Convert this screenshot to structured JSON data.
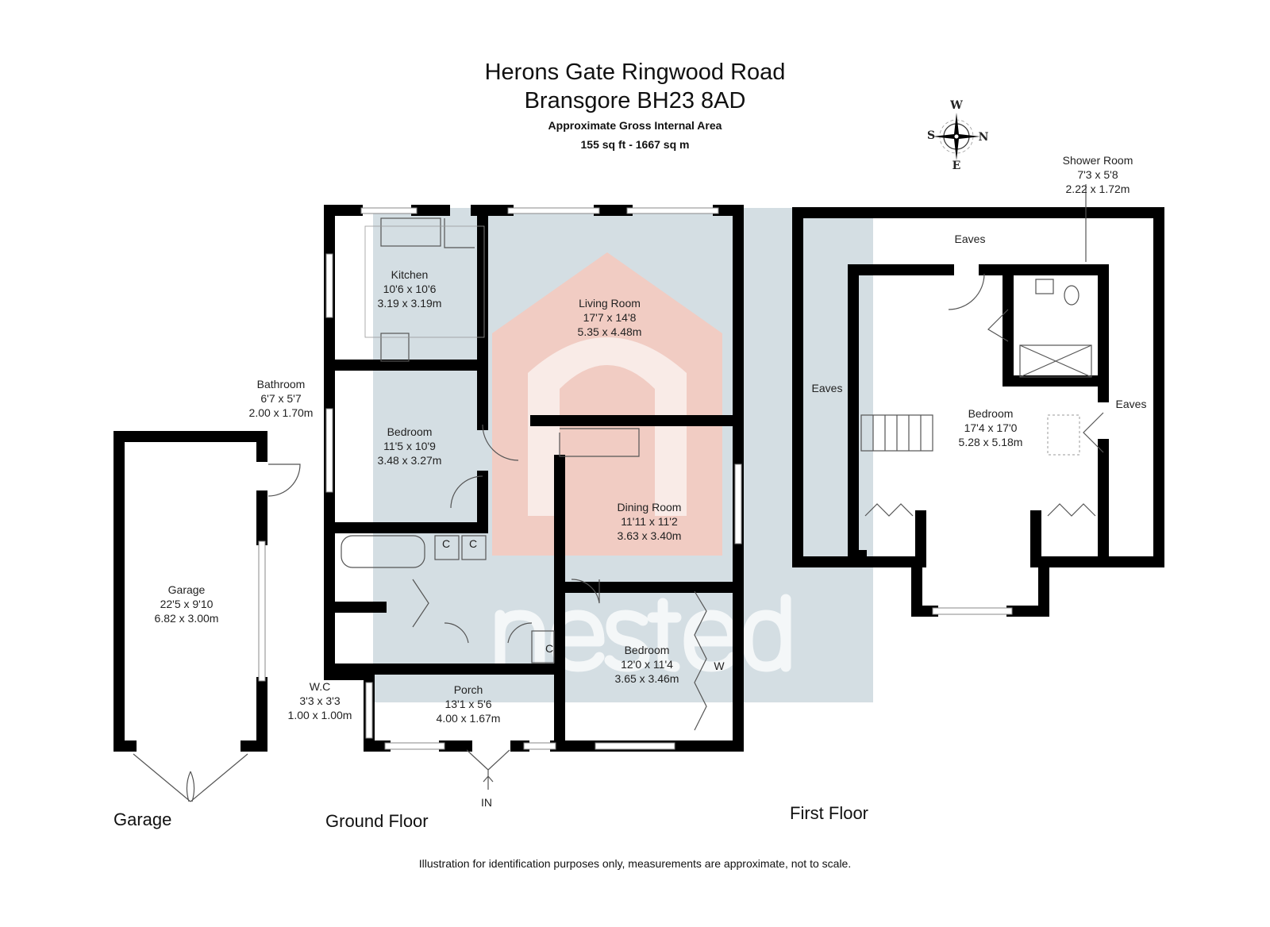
{
  "header": {
    "title_line1": "Herons Gate Ringwood Road",
    "title_line2": "Bransgore BH23 8AD",
    "area_label": "Approximate Gross Internal Area",
    "area_value": "155 sq ft - 1667 sq m"
  },
  "compass": {
    "top": "W",
    "left": "S",
    "right": "N",
    "bottom": "E"
  },
  "ground_floor": {
    "label": "Ground Floor",
    "rooms": [
      {
        "name": "Kitchen",
        "imperial": "10'6 x 10'6",
        "metric": "3.19 x 3.19m"
      },
      {
        "name": "Living Room",
        "imperial": "17'7 x 14'8",
        "metric": "5.35 x 4.48m"
      },
      {
        "name": "Bedroom",
        "imperial": "11'5 x 10'9",
        "metric": "3.48 x 3.27m"
      },
      {
        "name": "Dining Room",
        "imperial": "11'11 x 11'2",
        "metric": "3.63 x 3.40m"
      },
      {
        "name": "Bedroom",
        "imperial": "12'0 x 11'4",
        "metric": "3.65 x 3.46m"
      },
      {
        "name": "Porch",
        "imperial": "13'1 x 5'6",
        "metric": "4.00 x 1.67m"
      },
      {
        "name": "Bathroom",
        "imperial": "6'7 x 5'7",
        "metric": "2.00 x 1.70m"
      },
      {
        "name": "W.C",
        "imperial": "3'3 x 3'3",
        "metric": "1.00 x 1.00m"
      }
    ],
    "cupboard_label": "C",
    "wardrobe_label": "W",
    "entrance_label": "IN"
  },
  "garage": {
    "label": "Garage",
    "room": {
      "name": "Garage",
      "imperial": "22'5 x 9'10",
      "metric": "6.82 x 3.00m"
    }
  },
  "first_floor": {
    "label": "First Floor",
    "rooms": [
      {
        "name": "Bedroom",
        "imperial": "17'4 x 17'0",
        "metric": "5.28 x 5.18m"
      },
      {
        "name": "Shower Room",
        "imperial": "7'3 x 5'8",
        "metric": "2.22 x 1.72m"
      }
    ],
    "eaves_label": "Eaves"
  },
  "watermark": "nested",
  "footer": "Illustration for identification purposes only, measurements are approximate, not to scale.",
  "colors": {
    "wall": "#000000",
    "watermark_bg": "#c5d3da",
    "watermark_house": "#f6c9bd"
  }
}
